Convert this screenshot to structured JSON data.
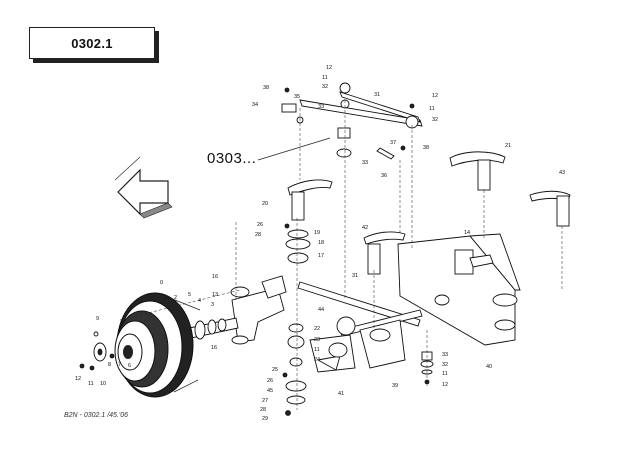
{
  "header": {
    "code": "0302.1"
  },
  "reference": {
    "label": "0303..."
  },
  "footer": {
    "caption": "B2N - 0302.1 /45.'06"
  },
  "callouts": [
    "12",
    "11",
    "32",
    "31",
    "38",
    "35",
    "34",
    "33",
    "12",
    "11",
    "32",
    "33",
    "37",
    "38",
    "36",
    "21",
    "43",
    "20",
    "26",
    "28",
    "19",
    "18",
    "17",
    "42",
    "14",
    "0",
    "16",
    "13",
    "3",
    "1",
    "2",
    "5",
    "4",
    "16",
    "31",
    "44",
    "22",
    "23",
    "11",
    "24",
    "25",
    "26",
    "45",
    "27",
    "28",
    "29",
    "41",
    "39",
    "33",
    "32",
    "11",
    "12",
    "40",
    "9",
    "8",
    "10",
    "11",
    "12",
    "7",
    "6"
  ]
}
